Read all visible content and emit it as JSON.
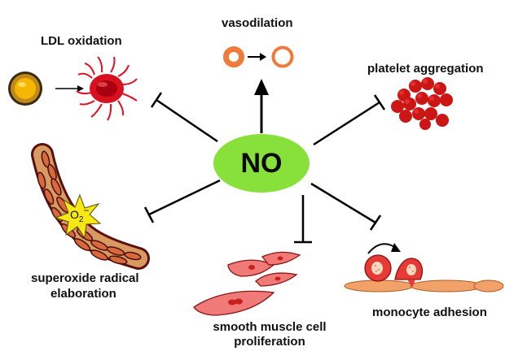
{
  "center": {
    "label": "NO"
  },
  "labels": {
    "ldl_oxidation": "LDL oxidation",
    "vasodilation": "vasodilation",
    "platelet_aggregation": "platelet aggregation",
    "superoxide_line1": "superoxide radical",
    "superoxide_line2": "elaboration",
    "smooth_muscle_line1": "smooth muscle cell",
    "smooth_muscle_line2": "proliferation",
    "monocyte_adhesion": "monocyte adhesion",
    "superoxide_symbol": "O",
    "superoxide_sub": "2",
    "superoxide_sup": "−"
  },
  "colors": {
    "no_ellipse": "#88e03a",
    "arrow": "#000000",
    "vessel_ring": "#f07a3a",
    "platelet": "#cc1515",
    "ldl_core": "#f0b000",
    "ldl_oxidized": "#d81020",
    "smooth_muscle": "#f07a78",
    "monocyte": "#e53a36",
    "endothelium": "#f2a168",
    "star": "#f5e815"
  }
}
